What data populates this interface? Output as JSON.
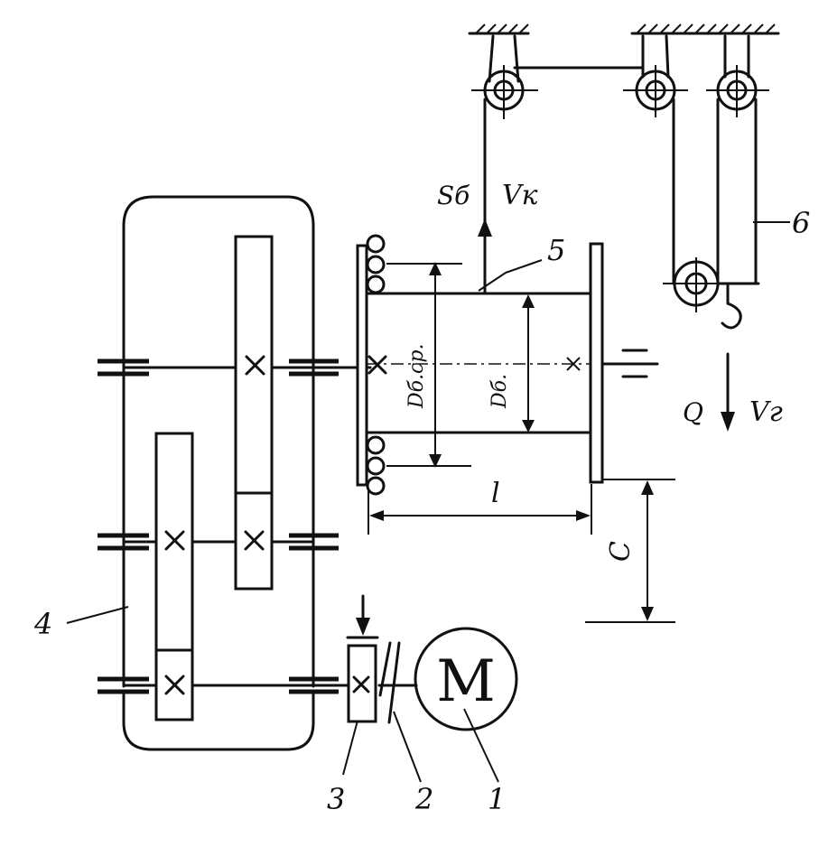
{
  "labels": {
    "motor_symbol": "M",
    "part_1": "1",
    "part_2": "2",
    "part_3": "3",
    "part_4": "4",
    "part_5": "5",
    "part_6": "6",
    "rope_tension": "Sб",
    "rope_speed": "Vк",
    "load": "Q",
    "load_speed": "Vг",
    "drum_mean_diameter": "Dб.ср.",
    "drum_diameter": "Dб.",
    "drum_length": "l",
    "dimension_c": "C"
  }
}
